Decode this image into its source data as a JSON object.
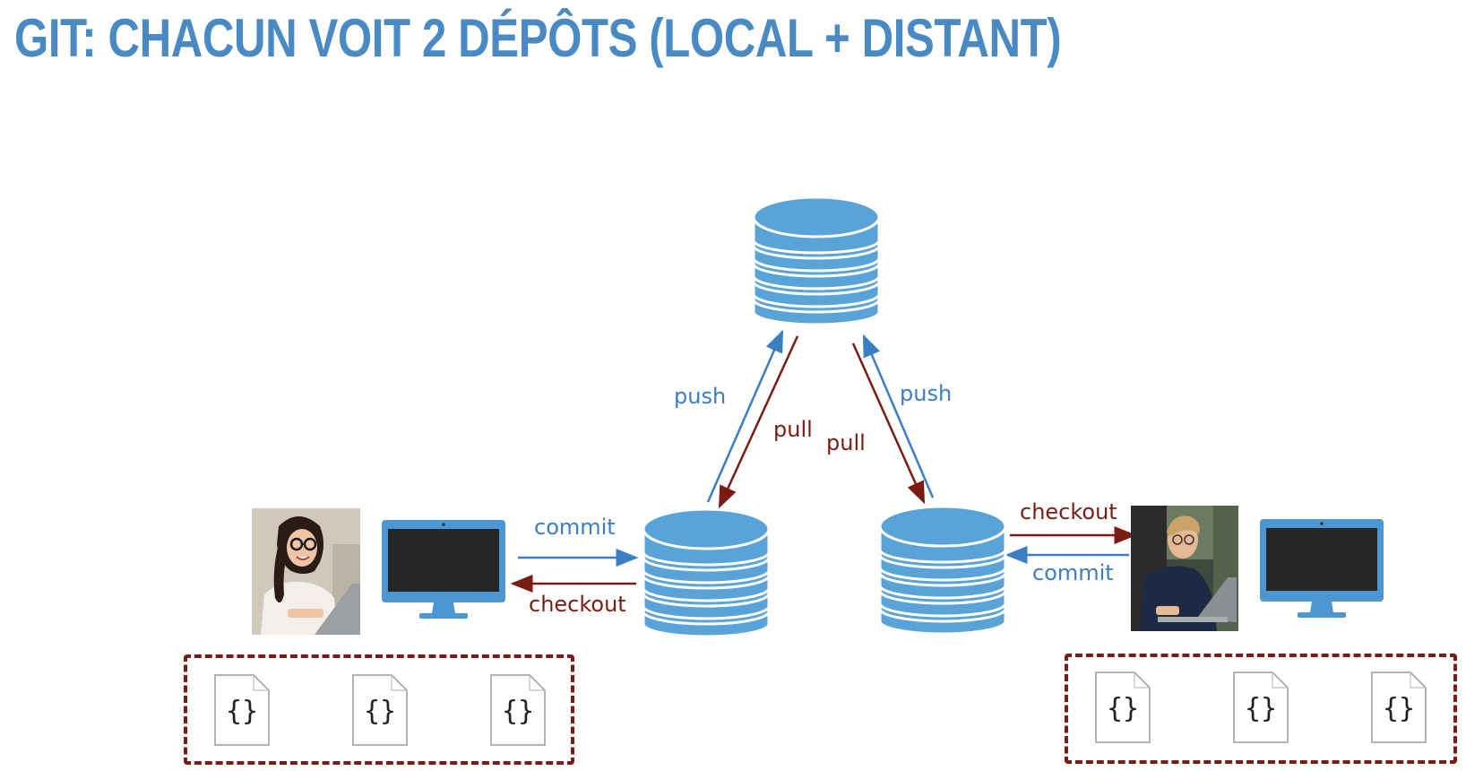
{
  "title": "GIT: CHACUN VOIT 2 DÉPÔTS (LOCAL + DISTANT)",
  "colors": {
    "title": "#4a8ac4",
    "database": "#5aa3d8",
    "push_commit": "#3b7ec4",
    "pull_checkout": "#7a1c14",
    "monitor_frame": "#4a97d3",
    "monitor_screen": "#262626"
  },
  "repositories": {
    "remote": "database-icon",
    "local_left": "database-icon",
    "local_right": "database-icon"
  },
  "left_user": {
    "avatar": "woman-with-laptop-photo",
    "computer": "monitor-icon",
    "commit_label": "commit",
    "checkout_label": "checkout",
    "push_label": "push",
    "pull_label": "pull",
    "files": [
      "{}",
      "{}",
      "{}"
    ]
  },
  "right_user": {
    "avatar": "man-with-laptop-photo",
    "computer": "monitor-icon",
    "commit_label": "commit",
    "checkout_label": "checkout",
    "push_label": "push",
    "pull_label": "pull",
    "files": [
      "{}",
      "{}",
      "{}"
    ]
  }
}
